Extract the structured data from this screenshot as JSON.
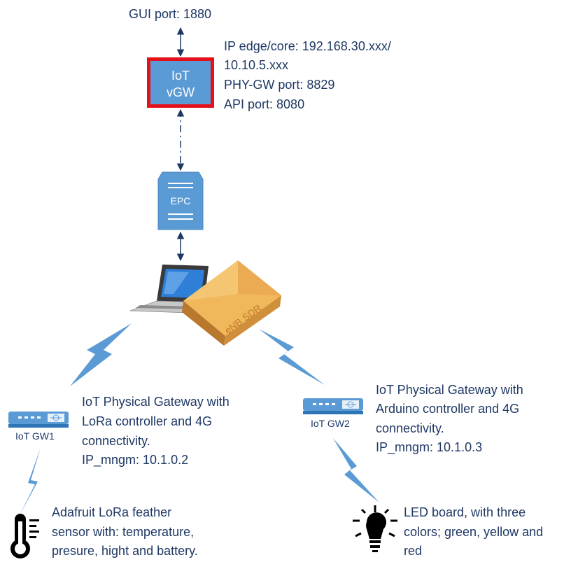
{
  "gui_port": "GUI port: 1880",
  "vgw": {
    "line1": "IoT",
    "line2": "vGW",
    "info": [
      "IP edge/core: 192.168.30.xxx/",
      "10.10.5.xxx",
      "PHY-GW port: 8829",
      "API port: 8080"
    ]
  },
  "epc_label": "EPC",
  "enb_label": "eNB SDR",
  "gw1": {
    "label": "IoT GW1",
    "desc": [
      "IoT Physical Gateway with",
      "LoRa controller and 4G",
      "connectivity.",
      "IP_mngm: 10.1.0.2"
    ]
  },
  "gw2": {
    "label": "IoT GW2",
    "desc": [
      "IoT Physical Gateway with",
      "Arduino controller and 4G",
      "connectivity.",
      "IP_mngm: 10.1.0.3"
    ]
  },
  "sensor_desc": [
    "Adafruit LoRa feather",
    "sensor with: temperature,",
    "presure, hight and battery."
  ],
  "led_desc": [
    "LED board, with three",
    "colors; green, yellow and",
    "red"
  ],
  "colors": {
    "accent_blue": "#5b9bd5",
    "text_navy": "#1f3864",
    "border_red": "#e4111b",
    "sdr_orange": "#e0a040"
  }
}
